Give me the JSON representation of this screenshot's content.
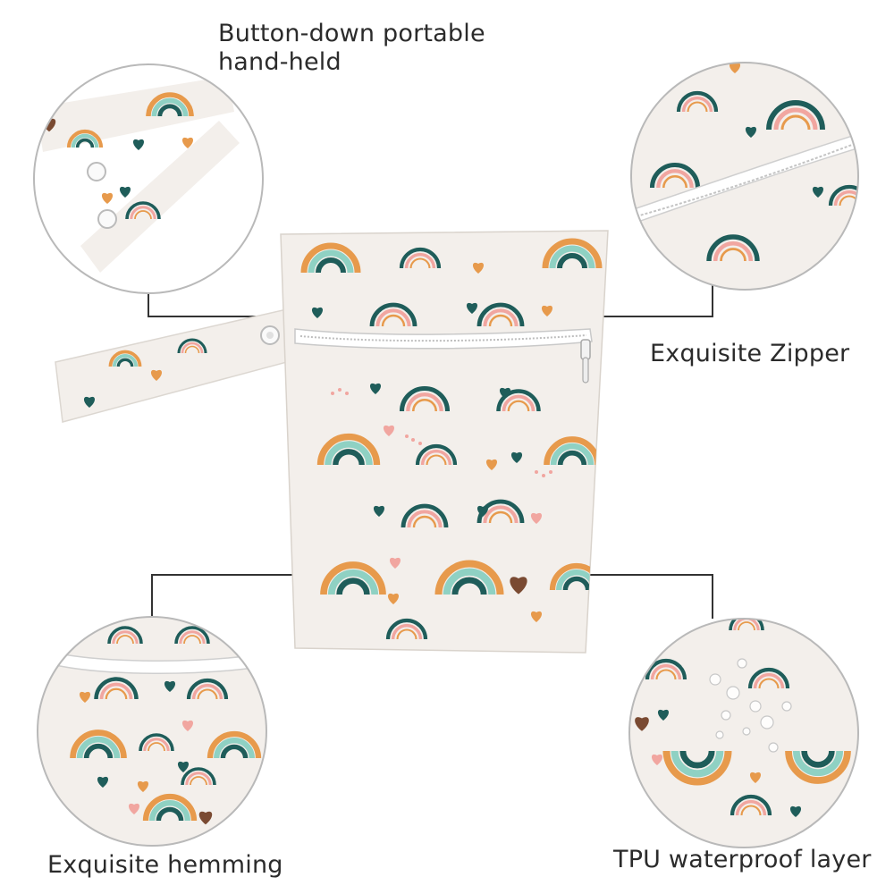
{
  "image": {
    "subject": "wet bag with rainbow print",
    "background_color": "#ffffff",
    "fabric_color": "#f3efeb",
    "palette": {
      "teal_dark": "#1f5d5a",
      "mint": "#8fd1c3",
      "orange": "#e79a4c",
      "pink": "#f1a6a0",
      "brown": "#7a4a32",
      "outline_gray": "#b9b9b9",
      "callout_line": "#333333"
    }
  },
  "captions": {
    "handle_line1": "Button-down portable",
    "handle_line2": "hand-held",
    "zipper": "Exquisite Zipper",
    "hemming": "Exquisite hemming",
    "waterproof": "TPU waterproof layer"
  },
  "icons": {
    "handle_detail": "snap-button-strap-icon",
    "zipper_detail": "zipper-closeup-icon",
    "hemming_detail": "hem-closeup-icon",
    "waterproof_detail": "water-droplets-icon"
  }
}
